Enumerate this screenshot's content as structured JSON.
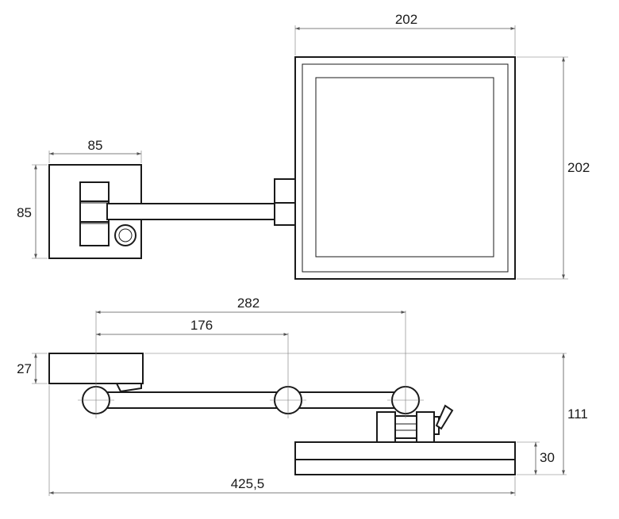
{
  "drawing": {
    "kind": "technical dimension drawing",
    "line_color": "#1a1a1a",
    "background": "#ffffff",
    "dimensions": {
      "mirror_width": "202",
      "mirror_height": "202",
      "base_width": "85",
      "base_height": "85",
      "arm_reach_outer": "282",
      "arm_reach_inner": "176",
      "base_depth": "27",
      "total_depth": "111",
      "mirror_depth": "30",
      "total_length": "425,5"
    }
  }
}
